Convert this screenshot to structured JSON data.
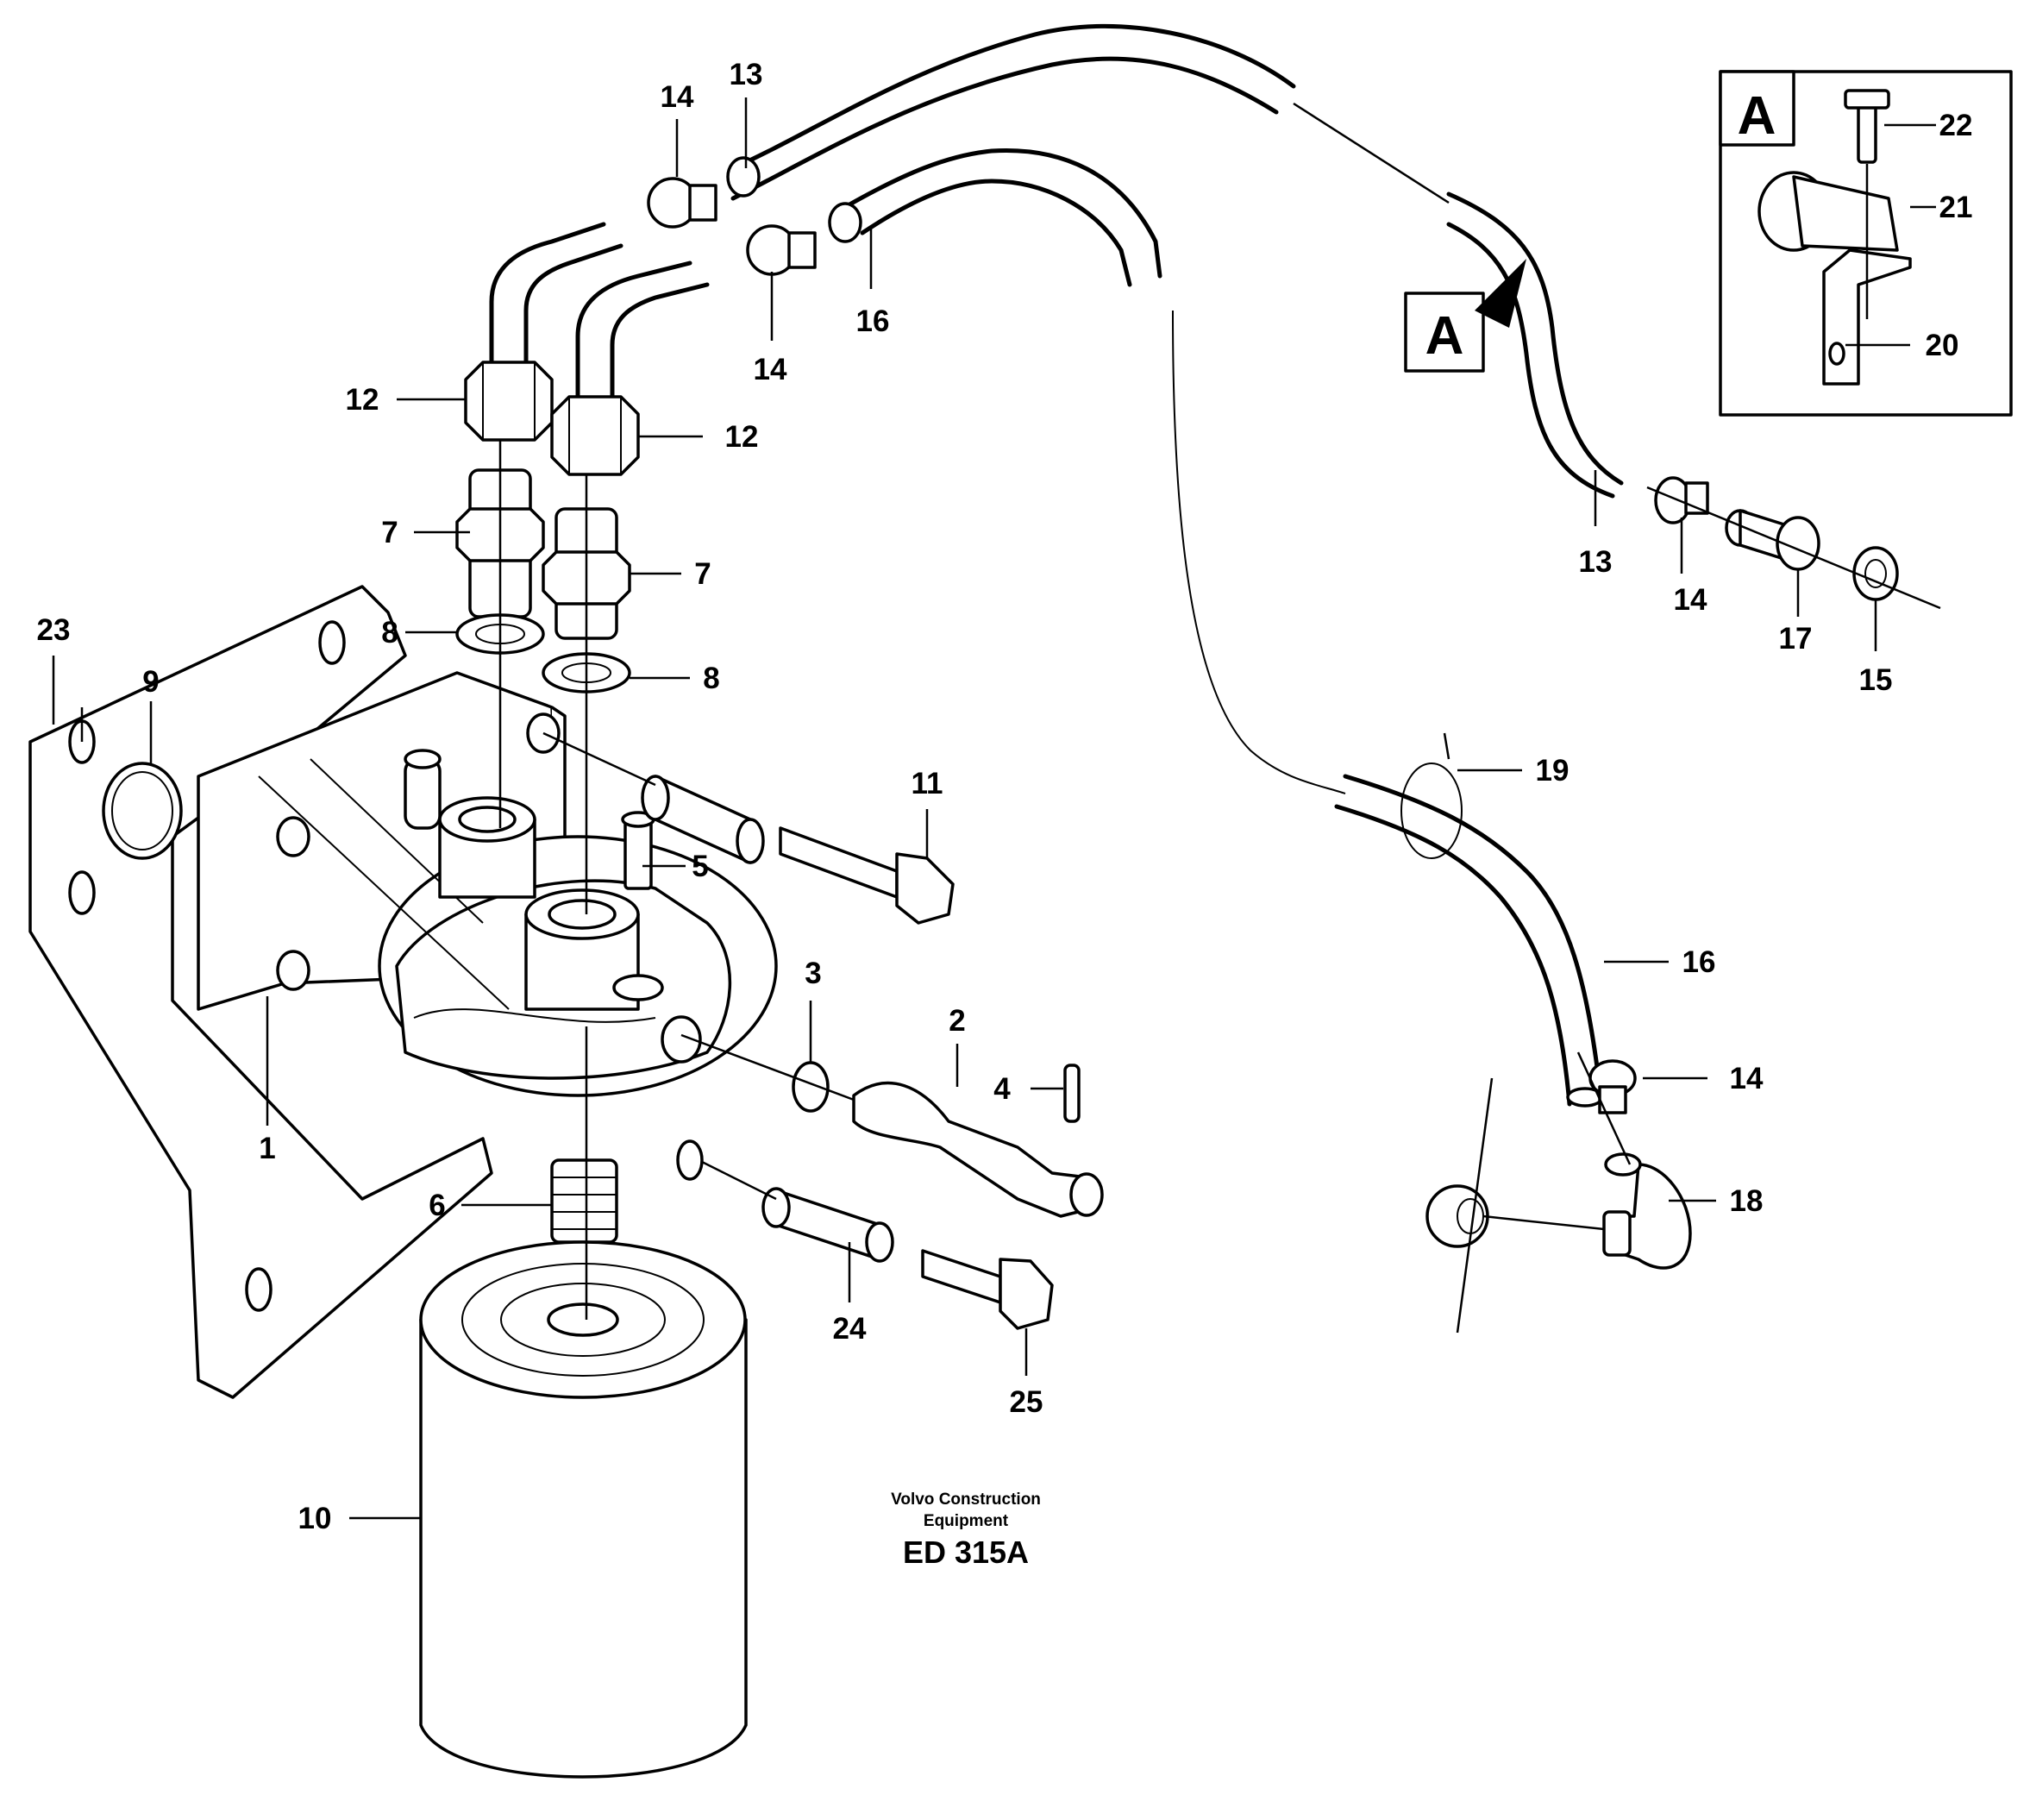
{
  "callouts": {
    "p1": "1",
    "p2": "2",
    "p3": "3",
    "p4": "4",
    "p5": "5",
    "p6": "6",
    "p7a": "7",
    "p7b": "7",
    "p8a": "8",
    "p8b": "8",
    "p9": "9",
    "p10": "10",
    "p11": "11",
    "p12a": "12",
    "p12b": "12",
    "p13a": "13",
    "p13b": "13",
    "p14a": "14",
    "p14b": "14",
    "p14c": "14",
    "p14d": "14",
    "p15": "15",
    "p16a": "16",
    "p16b": "16",
    "p17": "17",
    "p18": "18",
    "p19": "19",
    "p20": "20",
    "p21": "21",
    "p22": "22",
    "p23": "23",
    "p24": "24",
    "p25": "25"
  },
  "detail": {
    "box_label": "A",
    "pointer_label": "A"
  },
  "caption": {
    "line1": "Volvo Construction",
    "line2": "Equipment",
    "code": "ED 315A"
  }
}
